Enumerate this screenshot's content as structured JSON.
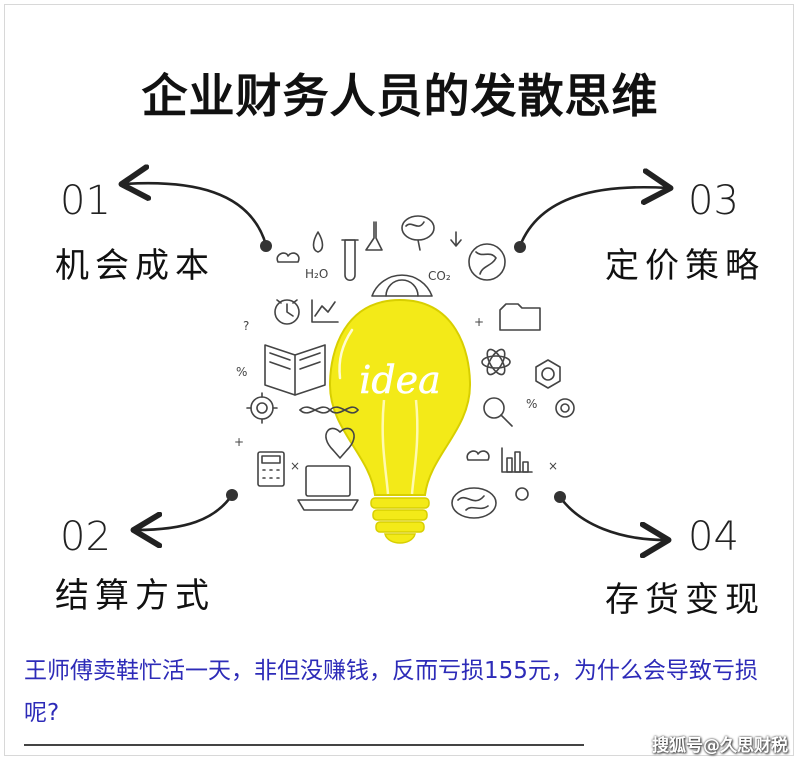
{
  "title": "企业财务人员的发散思维",
  "items": [
    {
      "number": "01",
      "label": "机会成本"
    },
    {
      "number": "03",
      "label": "定价策略"
    },
    {
      "number": "02",
      "label": "结算方式"
    },
    {
      "number": "04",
      "label": "存货变现"
    }
  ],
  "bulb": {
    "text": "idea"
  },
  "question": "王师傅卖鞋忙活一天，非但没赚钱，反而亏损155元，为什么会导致亏损呢?",
  "watermark": "搜狐号@久思财税",
  "colors": {
    "bulb": "#f3ea18",
    "bulb_outline": "#d8cf00",
    "question_text": "#2d2bb8"
  },
  "icons": [
    "book-icon",
    "brain-icon",
    "globe-icon",
    "test-tube-icon",
    "alarm-clock-icon",
    "protractor-icon",
    "laptop-icon",
    "calculator-icon",
    "gear-icon",
    "magnifier-icon",
    "folder-icon",
    "benzene-icon",
    "atom-icon",
    "bar-chart-icon",
    "dna-icon",
    "heart-icon",
    "cloud-icon",
    "water-drop-icon",
    "lab-flask-icon",
    "line-chart-icon"
  ]
}
